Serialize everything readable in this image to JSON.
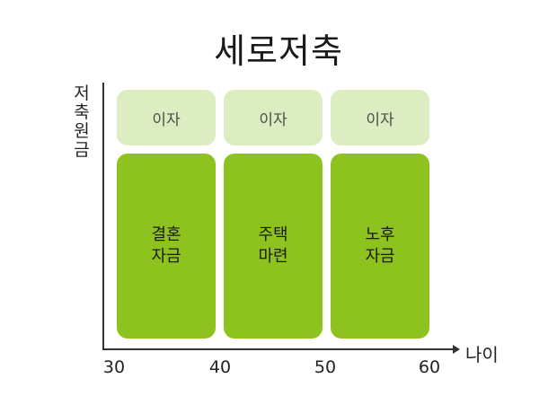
{
  "title": "세로저축",
  "y_axis_label": "저축원금",
  "x_axis_label": "나이",
  "x_ticks": [
    "30",
    "40",
    "50",
    "60"
  ],
  "columns": [
    {
      "interest_label": "이자",
      "principal_lines": [
        "결혼",
        "자금"
      ]
    },
    {
      "interest_label": "이자",
      "principal_lines": [
        "주택",
        "마련"
      ]
    },
    {
      "interest_label": "이자",
      "principal_lines": [
        "노후",
        "자금"
      ]
    }
  ],
  "colors": {
    "principal": "#8ec21f",
    "interest": "#dcedc1",
    "axis": "#333333"
  }
}
